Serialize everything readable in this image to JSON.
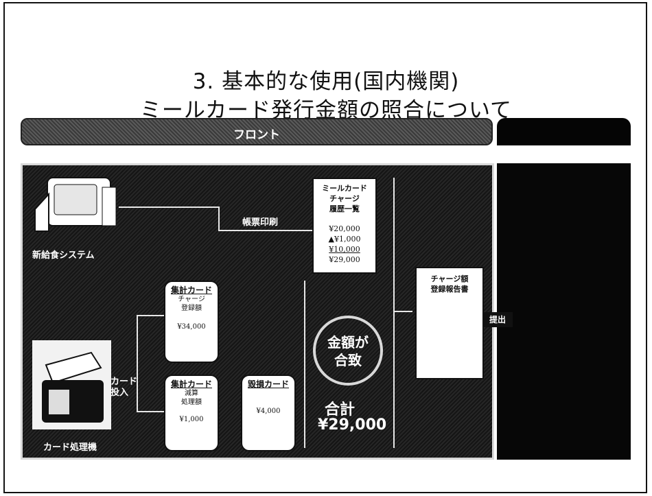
{
  "title": {
    "line1": "3. 基本的な使用(国内機関)",
    "line2": "ミールカード発行金額の照合について"
  },
  "header": {
    "front": "フロント",
    "right": ""
  },
  "labels": {
    "system": "新給食システム",
    "print": "帳票印刷",
    "machine": "カード処理機",
    "card_insert_1": "カード",
    "card_insert_2": "投入",
    "submit": "提出"
  },
  "history_doc": {
    "l1": "ミールカード",
    "l2": "チャージ",
    "l3": "履歴一覧",
    "v1": "¥20,000",
    "v2": "▲¥1,000",
    "v3": "¥10,000",
    "v4": "¥29,000"
  },
  "report_doc": {
    "l1": "チャージ額",
    "l2": "登録報告書"
  },
  "card_charge": {
    "h": "集計カード",
    "l1": "チャージ",
    "l2": "登録額",
    "v": "¥34,000"
  },
  "card_reduce": {
    "h": "集計カード",
    "l1": "減算",
    "l2": "処理額",
    "v": "¥1,000"
  },
  "card_damaged": {
    "h": "毀損カード",
    "v": "¥4,000"
  },
  "match": {
    "l1": "金額が",
    "l2": "合致"
  },
  "total": {
    "label": "合計",
    "value": "¥29,000"
  }
}
